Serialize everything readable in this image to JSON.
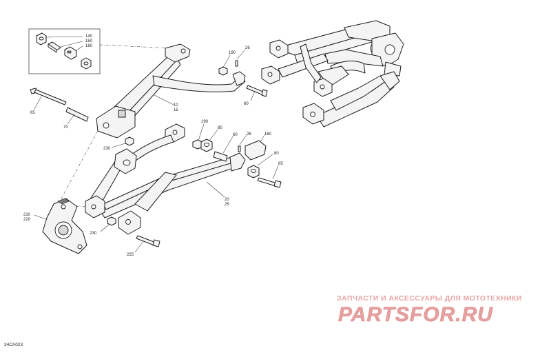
{
  "diagram": {
    "figure_code": "34CA023",
    "callouts": {
      "c140": "140",
      "c150": "150",
      "c160": "160",
      "c190a": "190",
      "c26a": "26",
      "c10": "10",
      "c15": "15",
      "c60a": "60",
      "c65": "65",
      "c70": "70",
      "c190b": "190",
      "c80b": "80",
      "c60b": "60",
      "c26b": "26",
      "c160b": "160",
      "c230a": "230",
      "c80c": "80",
      "c85": "85",
      "c20": "20",
      "c25": "25",
      "c210": "210",
      "c220": "220",
      "c230b": "230",
      "c225": "225"
    }
  },
  "watermark": {
    "subtitle": "ЗАПЧАСТИ И АКСЕССУАРЫ ДЛЯ МОТОТЕХНИКИ",
    "logo": "PARTSFOR.RU",
    "colors": {
      "subtitle": "#e9a5a5",
      "logo": "#e7a0a0"
    }
  }
}
